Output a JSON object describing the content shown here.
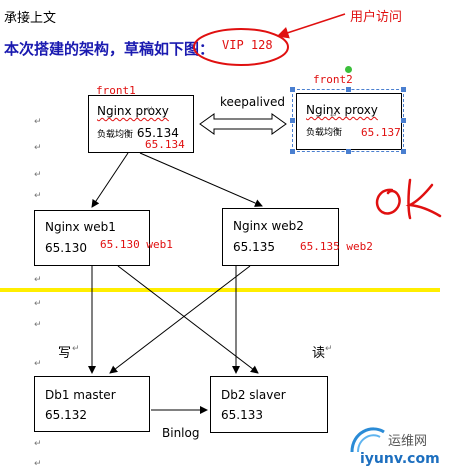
{
  "doc": {
    "intro_line": "承接上文",
    "heading": "本次搭建的架构，草稿如下图：",
    "heading_tail_mark": "↵"
  },
  "annotations": {
    "user_access": "用户访问",
    "vip_label": "VIP 128",
    "ok_scribble": "OK",
    "front1": "front1",
    "front2": "front2",
    "front1_ip": "65.134",
    "front2_ip": "65.137",
    "web1_tag": "65.130 web1",
    "web2_tag": "65.135 web2"
  },
  "boxes": {
    "proxy1": {
      "title": "Nginx proxy",
      "subtitle_label": "负载均衡",
      "subtitle_ip": "65.134"
    },
    "proxy2": {
      "title": "Nginx proxy",
      "subtitle_label": "负载均衡"
    },
    "web1": {
      "title": "Nginx web1",
      "ip": "65.130"
    },
    "web2": {
      "title": "Nginx web2",
      "ip": "65.135"
    },
    "db1": {
      "title": "Db1 master",
      "ip": "65.132"
    },
    "db2": {
      "title": "Db2 slaver",
      "ip": "65.133"
    }
  },
  "edges": {
    "keepalived": "keepalived",
    "binlog": "Binlog",
    "write": "写",
    "read": "读"
  },
  "watermark": {
    "brand_cn": "运维网",
    "brand_domain": "iyunv.com"
  },
  "colors": {
    "accent_red": "#e01010",
    "heading_blue": "#1a1ab0",
    "separator_yellow": "#ffee00",
    "selection_blue": "#4a7fd0"
  }
}
